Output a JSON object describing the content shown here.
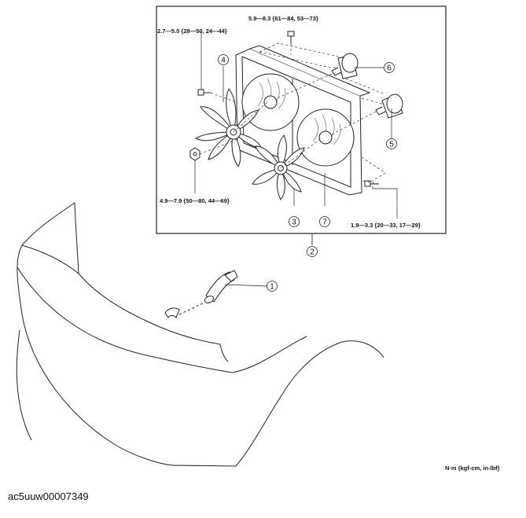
{
  "torque_specs": {
    "top": "5.9—8.3 {61—84, 53—73}",
    "upper_left": "2.7—5.0 {28—50, 24—44}",
    "lower_left": "4.9—7.9 {50—80, 44—69}",
    "lower_right": "1.9—3.3 {20—33, 17—29}"
  },
  "callouts": [
    "1",
    "2",
    "3",
    "4",
    "5",
    "6",
    "7"
  ],
  "units_note": "N·m {kgf-cm, in-lbf}",
  "image_code": "ac5uuw00007349"
}
